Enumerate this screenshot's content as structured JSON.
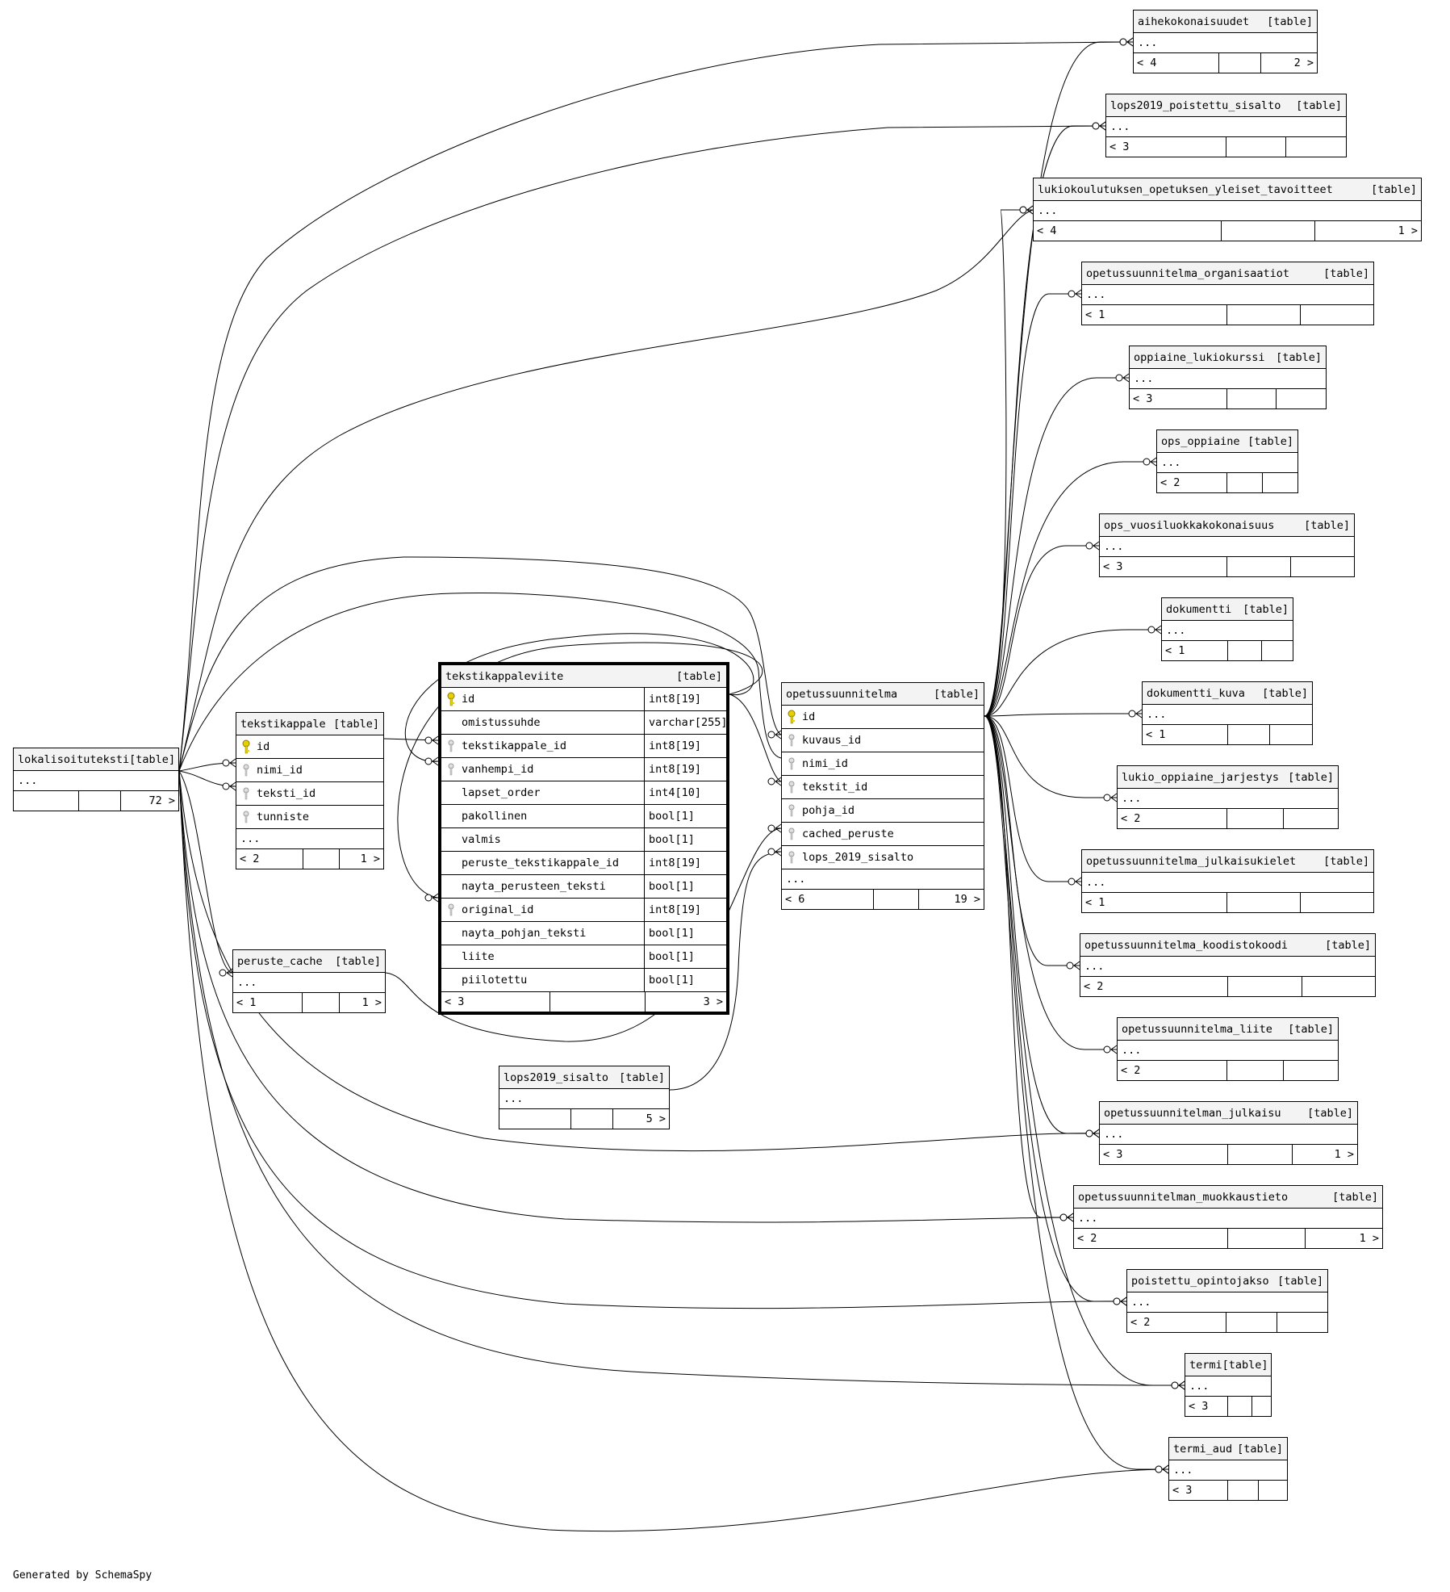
{
  "footer": "Generated by SchemaSpy",
  "tables": {
    "lokalisoituteksti": {
      "name": "lokalisoituteksti",
      "tag": "[table]",
      "more": "...",
      "foot": [
        "",
        "",
        "72 >"
      ]
    },
    "tekstikappale": {
      "name": "tekstikappale",
      "tag": "[table]",
      "columns": [
        {
          "name": "id",
          "key": "pk"
        },
        {
          "name": "nimi_id",
          "key": "fk"
        },
        {
          "name": "teksti_id",
          "key": "fk"
        },
        {
          "name": "tunniste",
          "key": "fk"
        }
      ],
      "more": "...",
      "foot": [
        "< 2",
        "",
        "1 >"
      ]
    },
    "peruste_cache": {
      "name": "peruste_cache",
      "tag": "[table]",
      "more": "...",
      "foot": [
        "< 1",
        "",
        "1 >"
      ]
    },
    "lops2019_sisalto": {
      "name": "lops2019_sisalto",
      "tag": "[table]",
      "more": "...",
      "foot": [
        "",
        "",
        "5 >"
      ]
    },
    "tekstikappaleviite": {
      "name": "tekstikappaleviite",
      "tag": "[table]",
      "columns": [
        {
          "name": "id",
          "type": "int8[19]",
          "key": "pk"
        },
        {
          "name": "omistussuhde",
          "type": "varchar[255]",
          "key": ""
        },
        {
          "name": "tekstikappale_id",
          "type": "int8[19]",
          "key": "fk"
        },
        {
          "name": "vanhempi_id",
          "type": "int8[19]",
          "key": "fk"
        },
        {
          "name": "lapset_order",
          "type": "int4[10]",
          "key": ""
        },
        {
          "name": "pakollinen",
          "type": "bool[1]",
          "key": ""
        },
        {
          "name": "valmis",
          "type": "bool[1]",
          "key": ""
        },
        {
          "name": "peruste_tekstikappale_id",
          "type": "int8[19]",
          "key": ""
        },
        {
          "name": "nayta_perusteen_teksti",
          "type": "bool[1]",
          "key": ""
        },
        {
          "name": "original_id",
          "type": "int8[19]",
          "key": "fk"
        },
        {
          "name": "nayta_pohjan_teksti",
          "type": "bool[1]",
          "key": ""
        },
        {
          "name": "liite",
          "type": "bool[1]",
          "key": ""
        },
        {
          "name": "piilotettu",
          "type": "bool[1]",
          "key": ""
        }
      ],
      "foot": [
        "< 3",
        "",
        "3 >"
      ]
    },
    "opetussuunnitelma": {
      "name": "opetussuunnitelma",
      "tag": "[table]",
      "columns": [
        {
          "name": "id",
          "key": "pk"
        },
        {
          "name": "kuvaus_id",
          "key": "fk"
        },
        {
          "name": "nimi_id",
          "key": "fk"
        },
        {
          "name": "tekstit_id",
          "key": "fk"
        },
        {
          "name": "pohja_id",
          "key": "fk"
        },
        {
          "name": "cached_peruste",
          "key": "fk"
        },
        {
          "name": "lops_2019_sisalto",
          "key": "fk"
        }
      ],
      "more": "...",
      "foot": [
        "< 6",
        "",
        "19 >"
      ]
    },
    "aihekokonaisuudet": {
      "name": "aihekokonaisuudet",
      "tag": "[table]",
      "more": "...",
      "foot": [
        "< 4",
        "",
        "2 >"
      ]
    },
    "lops2019_poistettu_sisalto": {
      "name": "lops2019_poistettu_sisalto",
      "tag": "[table]",
      "more": "...",
      "foot": [
        "< 3",
        "",
        ""
      ]
    },
    "lukiokoulutuksen_opetuksen_yleiset_tavoitteet": {
      "name": "lukiokoulutuksen_opetuksen_yleiset_tavoitteet",
      "tag": "[table]",
      "more": "...",
      "foot": [
        "< 4",
        "",
        "1 >"
      ]
    },
    "opetussuunnitelma_organisaatiot": {
      "name": "opetussuunnitelma_organisaatiot",
      "tag": "[table]",
      "more": "...",
      "foot": [
        "< 1",
        "",
        ""
      ]
    },
    "oppiaine_lukiokurssi": {
      "name": "oppiaine_lukiokurssi",
      "tag": "[table]",
      "more": "...",
      "foot": [
        "< 3",
        "",
        ""
      ]
    },
    "ops_oppiaine": {
      "name": "ops_oppiaine",
      "tag": "[table]",
      "more": "...",
      "foot": [
        "< 2",
        "",
        ""
      ]
    },
    "ops_vuosiluokkakokonaisuus": {
      "name": "ops_vuosiluokkakokonaisuus",
      "tag": "[table]",
      "more": "...",
      "foot": [
        "< 3",
        "",
        ""
      ]
    },
    "dokumentti": {
      "name": "dokumentti",
      "tag": "[table]",
      "more": "...",
      "foot": [
        "< 1",
        "",
        ""
      ]
    },
    "dokumentti_kuva": {
      "name": "dokumentti_kuva",
      "tag": "[table]",
      "more": "...",
      "foot": [
        "< 1",
        "",
        ""
      ]
    },
    "lukio_oppiaine_jarjestys": {
      "name": "lukio_oppiaine_jarjestys",
      "tag": "[table]",
      "more": "...",
      "foot": [
        "< 2",
        "",
        ""
      ]
    },
    "opetussuunnitelma_julkaisukielet": {
      "name": "opetussuunnitelma_julkaisukielet",
      "tag": "[table]",
      "more": "...",
      "foot": [
        "< 1",
        "",
        ""
      ]
    },
    "opetussuunnitelma_koodistokoodi": {
      "name": "opetussuunnitelma_koodistokoodi",
      "tag": "[table]",
      "more": "...",
      "foot": [
        "< 2",
        "",
        ""
      ]
    },
    "opetussuunnitelma_liite": {
      "name": "opetussuunnitelma_liite",
      "tag": "[table]",
      "more": "...",
      "foot": [
        "< 2",
        "",
        ""
      ]
    },
    "opetussuunnitelman_julkaisu": {
      "name": "opetussuunnitelman_julkaisu",
      "tag": "[table]",
      "more": "...",
      "foot": [
        "< 3",
        "",
        "1 >"
      ]
    },
    "opetussuunnitelman_muokkaustieto": {
      "name": "opetussuunnitelman_muokkaustieto",
      "tag": "[table]",
      "more": "...",
      "foot": [
        "< 2",
        "",
        "1 >"
      ]
    },
    "poistettu_opintojakso": {
      "name": "poistettu_opintojakso",
      "tag": "[table]",
      "more": "...",
      "foot": [
        "< 2",
        "",
        ""
      ]
    },
    "termi": {
      "name": "termi",
      "tag": "[table]",
      "more": "...",
      "foot": [
        "< 3",
        "",
        ""
      ]
    },
    "termi_aud": {
      "name": "termi_aud",
      "tag": "[table]",
      "more": "...",
      "foot": [
        "< 3",
        "",
        ""
      ]
    }
  }
}
